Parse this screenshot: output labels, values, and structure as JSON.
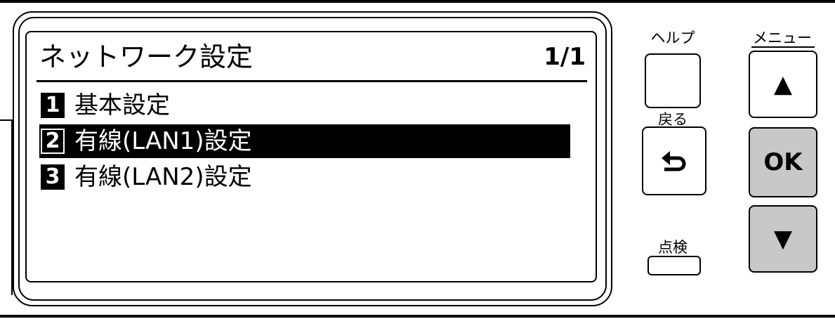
{
  "screen": {
    "title": "ネットワーク設定",
    "page_indicator": "1/1",
    "items": [
      {
        "number": "1",
        "label": "基本設定",
        "selected": false
      },
      {
        "number": "2",
        "label": "有線(LAN1)設定",
        "selected": true
      },
      {
        "number": "3",
        "label": "有線(LAN2)設定",
        "selected": false
      }
    ]
  },
  "buttons": {
    "help_label": "ヘルプ",
    "back_label": "戻る",
    "check_label": "点検",
    "menu_label": "メニュー",
    "ok_label": "OK",
    "up_icon": "▲",
    "down_icon": "▼",
    "back_icon": "return-arrow-icon"
  },
  "colors": {
    "selected_bg": "#000000",
    "selected_fg": "#ffffff",
    "nav_button_gray": "#c8c8c8"
  }
}
